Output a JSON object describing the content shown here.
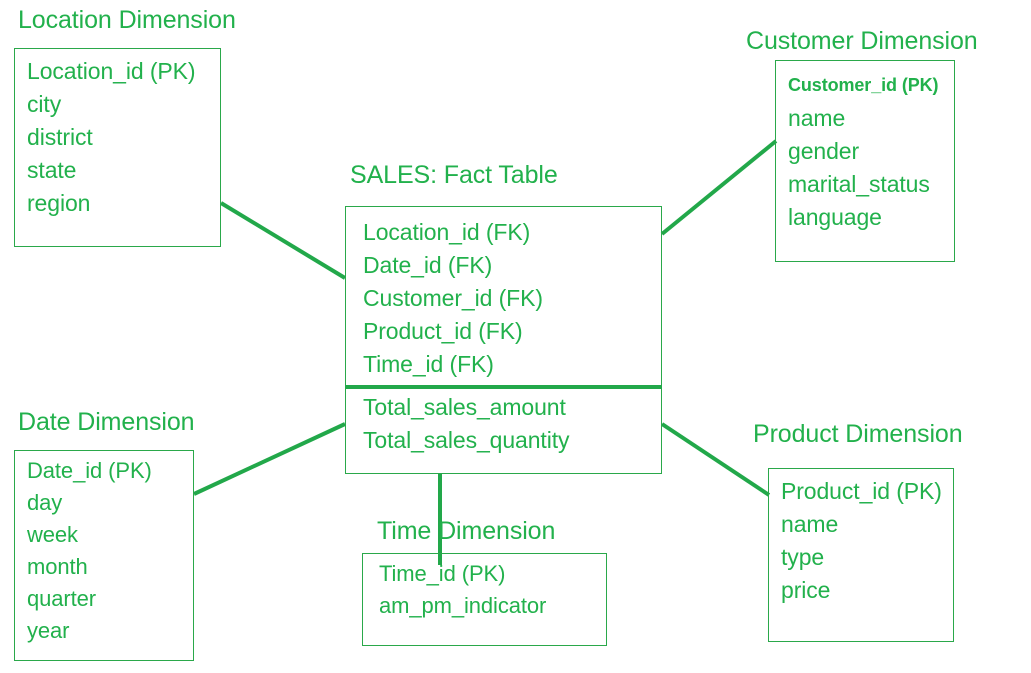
{
  "diagram": {
    "type": "star-schema",
    "title_color": "#22b14c",
    "line_color": "#22a84a",
    "background": "#ffffff"
  },
  "entities": {
    "location": {
      "title": "Location Dimension",
      "fields": [
        "Location_id (PK)",
        "city",
        "district",
        "state",
        "region"
      ]
    },
    "customer": {
      "title": "Customer Dimension",
      "fields": [
        "Customer_id (PK)",
        "name",
        "gender",
        "marital_status",
        "language"
      ]
    },
    "date": {
      "title": "Date Dimension",
      "fields": [
        "Date_id (PK)",
        "day",
        "week",
        "month",
        "quarter",
        "year"
      ]
    },
    "product": {
      "title": "Product Dimension",
      "fields": [
        "Product_id (PK)",
        "name",
        "type",
        "price"
      ]
    },
    "time": {
      "title": "Time Dimension",
      "fields": [
        "Time_id (PK)",
        "am_pm_indicator"
      ]
    },
    "fact": {
      "title": "SALES: Fact Table",
      "keys": [
        "Location_id (FK)",
        "Date_id (FK)",
        "Customer_id (FK)",
        "Product_id (FK)",
        "Time_id (FK)"
      ],
      "measures": [
        "Total_sales_amount",
        "Total_sales_quantity"
      ]
    }
  },
  "relationships": [
    {
      "from": "location",
      "to": "fact"
    },
    {
      "from": "customer",
      "to": "fact"
    },
    {
      "from": "date",
      "to": "fact"
    },
    {
      "from": "product",
      "to": "fact"
    },
    {
      "from": "time",
      "to": "fact"
    }
  ]
}
